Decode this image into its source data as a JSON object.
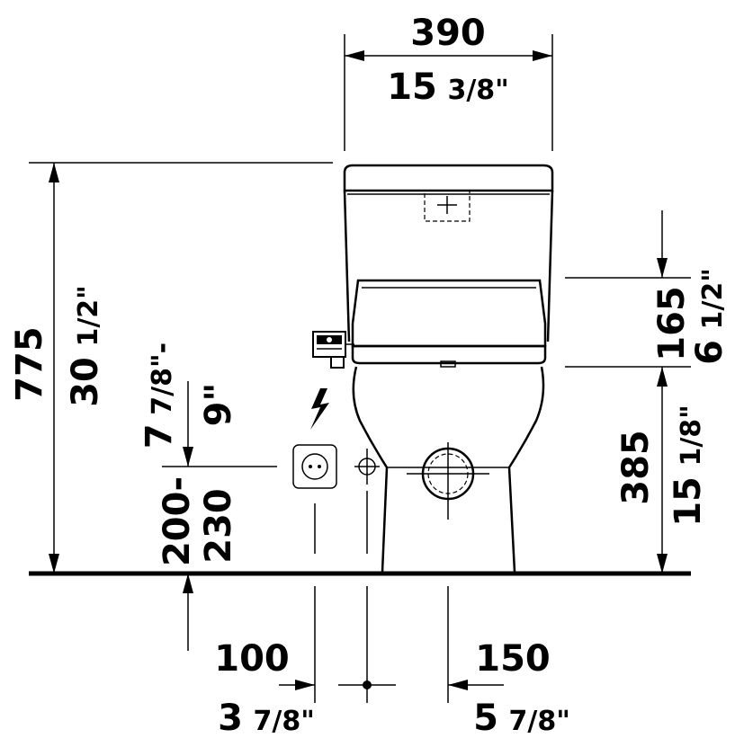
{
  "dimensions": {
    "width_mm": "390",
    "width_in_whole": "15",
    "width_in_frac": "3/8\"",
    "height_mm": "775",
    "height_in_whole": "30",
    "height_in_frac": "1/2\"",
    "tank_mm": "165",
    "tank_in_whole": "6",
    "tank_in_frac": "1/2\"",
    "seat_mm": "385",
    "seat_in_whole": "15",
    "seat_in_frac": "1/8\"",
    "socket_in_a_whole": "7",
    "socket_in_a_frac": "7/8\"-",
    "socket_in_b": "9\"",
    "socket_mm_a": "200-",
    "socket_mm_b": "230",
    "left_offset_mm": "100",
    "left_offset_in_whole": "3",
    "left_offset_in_frac": "7/8\"",
    "right_offset_mm": "150",
    "right_offset_in_whole": "5",
    "right_offset_in_frac": "7/8\""
  },
  "icons": {
    "electric": "lightning-bolt-icon",
    "socket": "power-socket-icon",
    "water": "water-connection-icon"
  }
}
